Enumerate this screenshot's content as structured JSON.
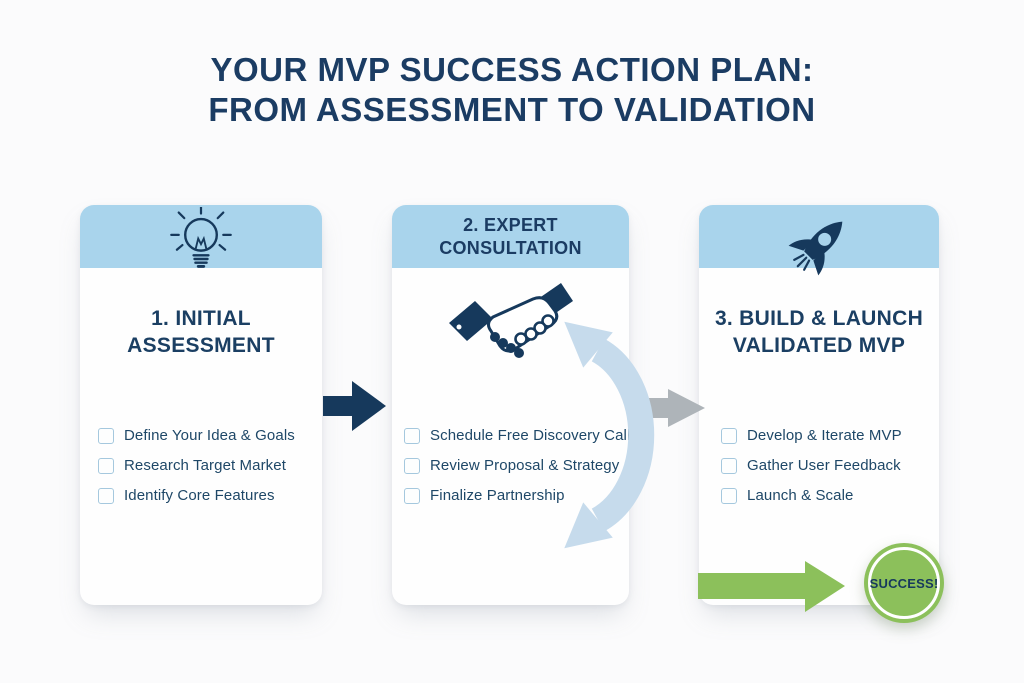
{
  "title": {
    "line1": "YOUR MVP SUCCESS ACTION PLAN:",
    "line2": "FROM ASSESSMENT TO VALIDATION"
  },
  "steps": [
    {
      "header_icon": "lightbulb-icon",
      "title_line1": "1. INITIAL",
      "title_line2": "ASSESSMENT",
      "items": [
        "Define Your Idea & Goals",
        "Research Target Market",
        "Identify Core Features"
      ]
    },
    {
      "header_title_line1": "2. EXPERT",
      "header_title_line2": "CONSULTATION",
      "body_icon": "handshake-icon",
      "items": [
        "Schedule Free Discovery Call",
        "Review Proposal & Strategy",
        "Finalize Partnership"
      ]
    },
    {
      "header_icon": "rocket-icon",
      "title_line1": "3. BUILD & LAUNCH",
      "title_line2": "VALIDATED MVP",
      "items": [
        "Develop & Iterate MVP",
        "Gather User Feedback",
        "Launch & Scale"
      ]
    }
  ],
  "flow": {
    "step1_to_step2": "solid-navy-arrow",
    "step2_to_step3": "solid-gray-arrow",
    "iteration_loop": "curved-light-blue-double-arrow",
    "to_success": "solid-green-arrow"
  },
  "success_badge": {
    "label": "SUCCESS!"
  },
  "colors": {
    "title_navy": "#1b3c63",
    "icon_navy": "#16395c",
    "header_blue": "#a9d4ec",
    "loop_blue": "#c6dbec",
    "arrow_gray": "#aeb4b9",
    "green": "#8cc05b",
    "text_navy": "#1e4767",
    "checkbox_border": "#a5c8de"
  }
}
